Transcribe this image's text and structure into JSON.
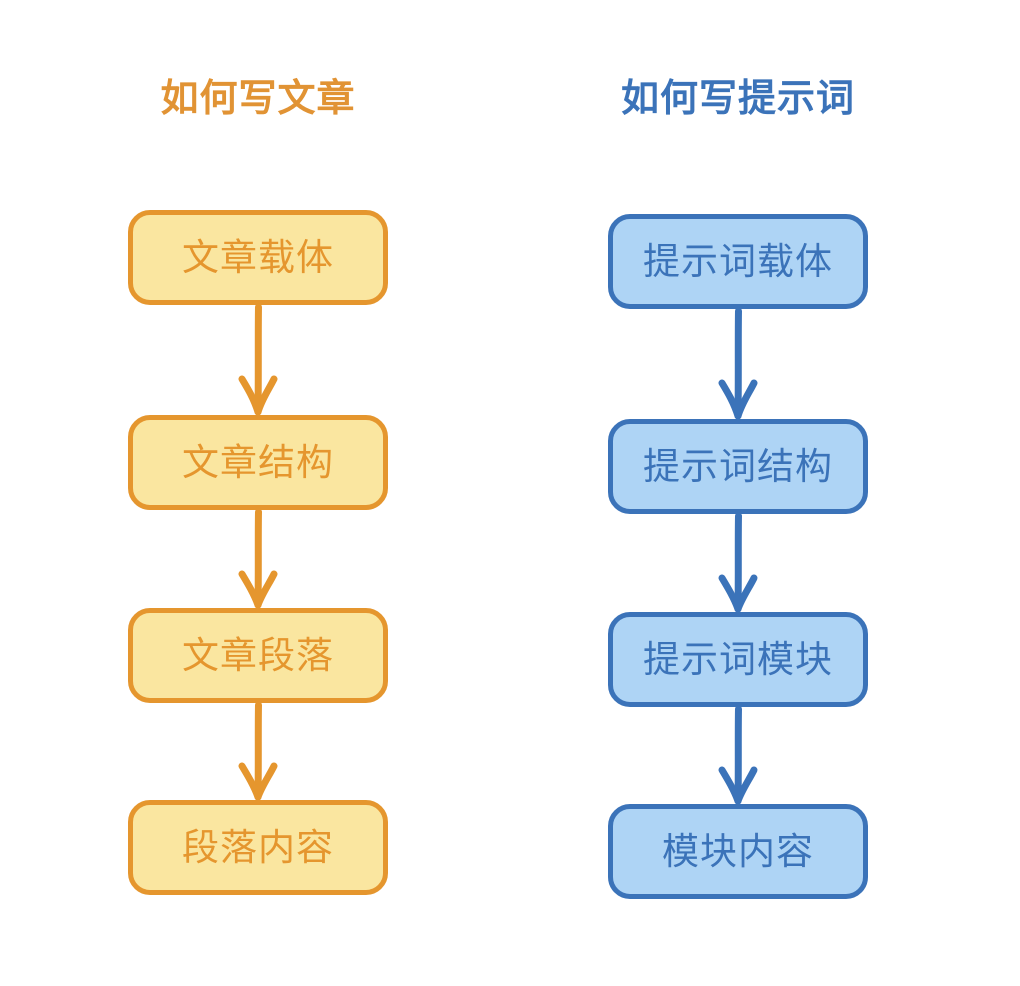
{
  "diagram": {
    "type": "flowchart",
    "background_color": "#ffffff",
    "orientation": "two parallel vertical chains",
    "columns": [
      {
        "id": "article",
        "title": "如何写文章",
        "accent_color": "#E19334",
        "box_fill": "#FAE6A0",
        "box_border": "#E5962E",
        "text_color": "#E5962E",
        "nodes": [
          {
            "label": "文章载体"
          },
          {
            "label": "文章结构"
          },
          {
            "label": "文章段落"
          },
          {
            "label": "段落内容"
          }
        ],
        "arrows": [
          {
            "from": "文章载体",
            "to": "文章结构",
            "direction": "down"
          },
          {
            "from": "文章结构",
            "to": "文章段落",
            "direction": "down"
          },
          {
            "from": "文章段落",
            "to": "段落内容",
            "direction": "down"
          }
        ]
      },
      {
        "id": "prompt",
        "title": "如何写提示词",
        "accent_color": "#3B73B9",
        "box_fill": "#AED4F5",
        "box_border": "#3B73B9",
        "text_color": "#3B73B9",
        "nodes": [
          {
            "label": "提示词载体"
          },
          {
            "label": "提示词结构"
          },
          {
            "label": "提示词模块"
          },
          {
            "label": "模块内容"
          }
        ],
        "arrows": [
          {
            "from": "提示词载体",
            "to": "提示词结构",
            "direction": "down"
          },
          {
            "from": "提示词结构",
            "to": "提示词模块",
            "direction": "down"
          },
          {
            "from": "提示词模块",
            "to": "模块内容",
            "direction": "down"
          }
        ]
      }
    ]
  }
}
